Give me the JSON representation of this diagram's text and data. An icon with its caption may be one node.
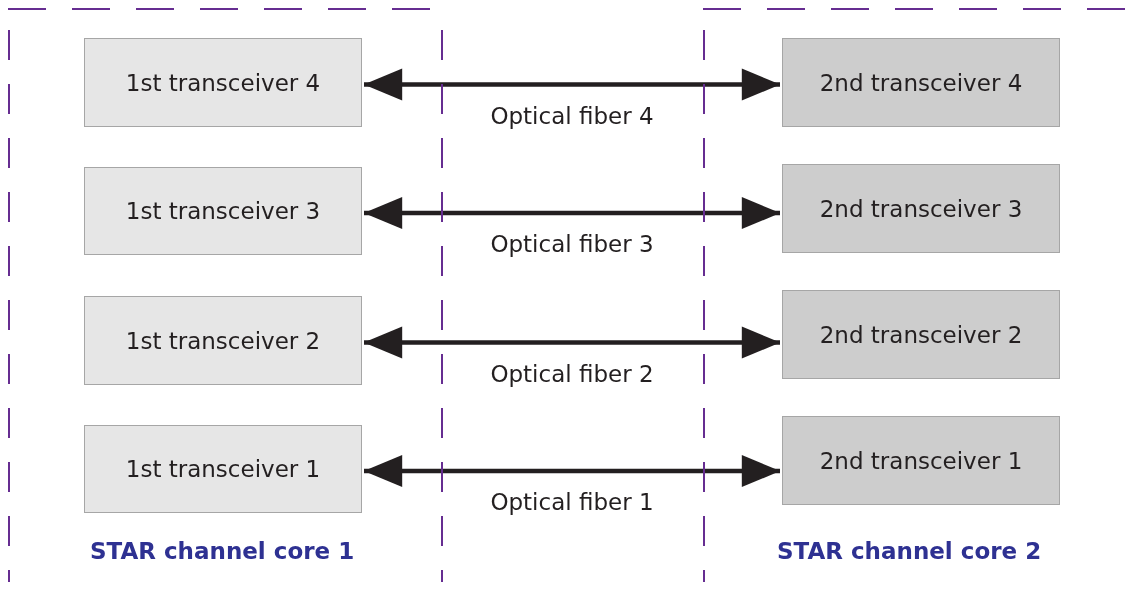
{
  "diagram": {
    "nodes": [
      {
        "text": [
          "STAR channel core 1"
        ]
      },
      {
        "text": [
          "1st transceiver 4"
        ],
        "in": 0
      },
      {
        "text": [
          "1st transceiver 3"
        ],
        "in": 0
      },
      {
        "text": [
          "1st transceiver 2"
        ],
        "in": 0
      },
      {
        "text": [
          "1st transceiver 1"
        ],
        "in": 0
      },
      {
        "text": [
          "STAR channel core 2"
        ]
      },
      {
        "text": [
          "2nd transceiver 4"
        ],
        "in": 5
      },
      {
        "text": [
          "2nd transceiver 3"
        ],
        "in": 5
      },
      {
        "text": [
          "2nd transceiver 2"
        ],
        "in": 5
      },
      {
        "text": [
          "2nd transceiver 1"
        ],
        "in": 5
      }
    ],
    "edges": [
      {
        "from": 1,
        "to": 6,
        "arrow": "both",
        "label": "Optical fiber 4"
      },
      {
        "from": 2,
        "to": 7,
        "arrow": "both",
        "label": "Optical fiber 3"
      },
      {
        "from": 3,
        "to": 8,
        "arrow": "both",
        "label": "Optical fiber 2"
      },
      {
        "from": 4,
        "to": 9,
        "arrow": "both",
        "label": "Optical fiber 1"
      }
    ]
  }
}
